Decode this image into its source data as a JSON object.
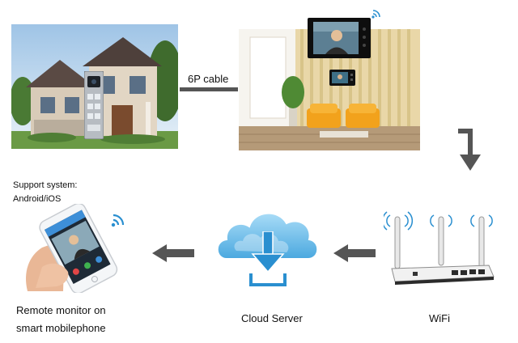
{
  "cable_label": "6P cable",
  "support": {
    "line1": "Support system:",
    "line2": "Android/iOS"
  },
  "labels": {
    "phone_line1": "Remote monitor on",
    "phone_line2": "smart mobilephone",
    "cloud": "Cloud Server",
    "wifi": "WiFi"
  },
  "colors": {
    "arrow": "#555555",
    "cloud_blue": "#5fb8ea",
    "accent_blue": "#2a8fd0"
  },
  "icons": [
    "house-icon",
    "doorbell-icon",
    "living-room-icon",
    "monitor-icon",
    "phone-icon",
    "wifi-signal-icon",
    "cloud-icon",
    "download-arrow-icon",
    "router-icon",
    "arrow-left-icon",
    "arrow-down-icon"
  ]
}
